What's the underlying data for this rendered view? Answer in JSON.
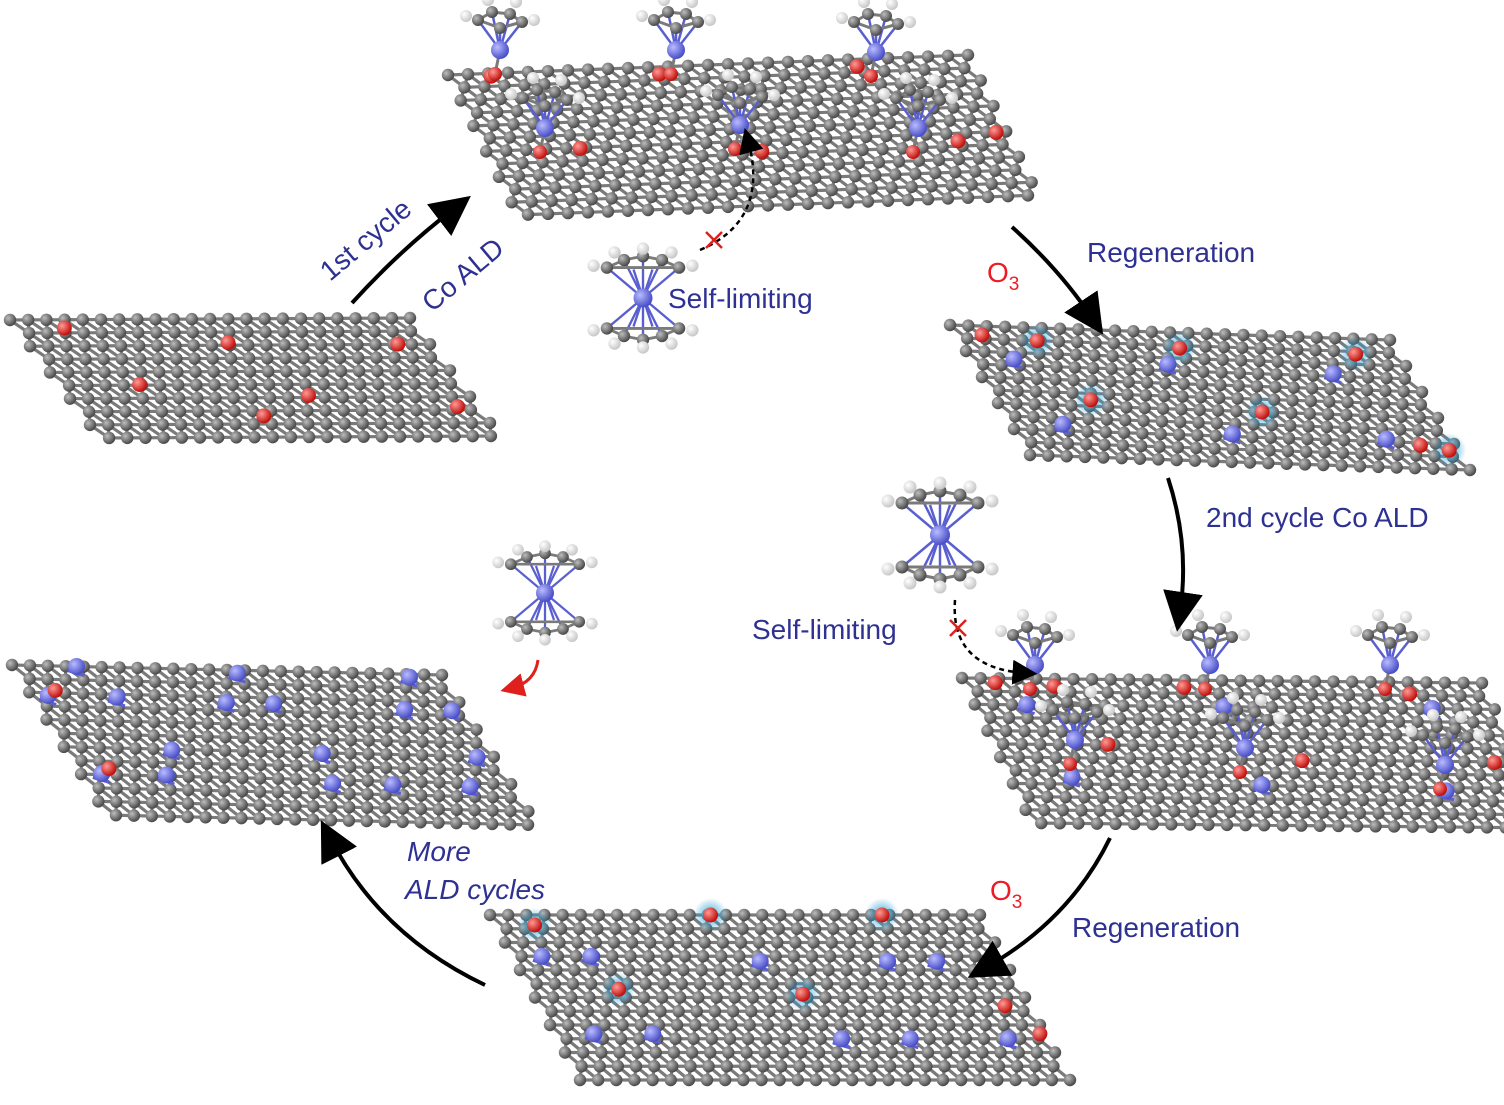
{
  "labels": {
    "first_cycle": "1st  cycle",
    "co_ald_1": "Co ALD",
    "self_limiting_top": "Self-limiting",
    "regeneration_top": "Regeneration",
    "ozone_top": "O",
    "ozone_top_sub": "3",
    "second_cycle": "2nd cycle Co ALD",
    "self_limiting_mid": "Self-limiting",
    "regeneration_bottom": "Regeneration",
    "ozone_bottom": "O",
    "ozone_bottom_sub": "3",
    "more_cycles_line1": "More",
    "more_cycles_line2": "ALD cycles"
  },
  "colors": {
    "carbon": "#6e6e6e",
    "cobalt": "#6b70e0",
    "oxygen": "#e0201c",
    "hydrogen": "#f4f4f4",
    "highlight": "#2aa3d6",
    "text": "#2e3192",
    "ozone": "#ed1c24",
    "arrow": "#000000",
    "red_arrow": "#e0201c"
  }
}
